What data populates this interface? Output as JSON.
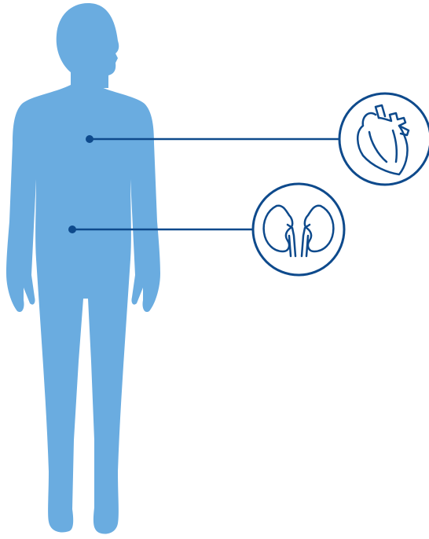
{
  "colors": {
    "background": "#ffffff",
    "body": "#6aace0",
    "line": "#0e4a8c",
    "icon_stroke": "#0e4a8c"
  },
  "figure": {
    "subject": "human-body-silhouette",
    "callouts": [
      {
        "organ": "heart",
        "icon": "heart-icon"
      },
      {
        "organ": "kidneys",
        "icon": "kidneys-icon"
      }
    ]
  }
}
